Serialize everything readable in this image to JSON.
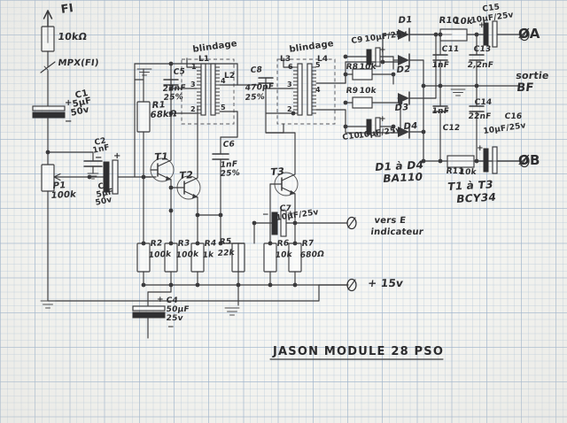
{
  "document": {
    "title": "JASON MODULE 28 PSO",
    "type": "hand-drawn-schematic",
    "medium": "pencil on graph paper"
  },
  "notes": {
    "diode_note": "D1 à D4",
    "diode_part": "BA110",
    "transistor_note": "T1 à T3",
    "transistor_part": "BCY34",
    "output_note": "sortie",
    "output_note2": "BF",
    "indicator_note": "vers E",
    "indicator_note2": "indicateur",
    "supply_note": "+ 15v",
    "shield_left": "blindage",
    "shield_right": "blindage"
  },
  "input": {
    "arrow_label": "FI",
    "input_resistor": "10kΩ",
    "tap_label": "MPX(FI)"
  },
  "outputs": [
    {
      "name": "port-a",
      "label": "ØA"
    },
    {
      "name": "port-b",
      "label": "ØB"
    }
  ],
  "potentiometers": [
    {
      "ref": "P1",
      "value": "100k"
    }
  ],
  "resistors": [
    {
      "ref": "R1",
      "value": "68kΩ"
    },
    {
      "ref": "R2",
      "value": "100k"
    },
    {
      "ref": "R3",
      "value": "100k"
    },
    {
      "ref": "R4",
      "value": "1k"
    },
    {
      "ref": "R5",
      "value": "22k"
    },
    {
      "ref": "R6",
      "value": "10k"
    },
    {
      "ref": "R7",
      "value": "680Ω"
    },
    {
      "ref": "R8",
      "value": "10k"
    },
    {
      "ref": "R9",
      "value": "10k"
    },
    {
      "ref": "R10",
      "value": "10k"
    },
    {
      "ref": "R11",
      "value": "10k"
    }
  ],
  "capacitors": [
    {
      "ref": "C1",
      "value": "5µF",
      "value2": "50v"
    },
    {
      "ref": "C2",
      "value": "1nF",
      "value2": ""
    },
    {
      "ref": "C3",
      "value": "5µF",
      "value2": "50v"
    },
    {
      "ref": "C4",
      "value": "50µF",
      "value2": "25v"
    },
    {
      "ref": "C5",
      "value": "22nF",
      "value2": "25%"
    },
    {
      "ref": "C6",
      "value": "1nF",
      "value2": "25%"
    },
    {
      "ref": "C7",
      "value": "10µF/25v",
      "value2": ""
    },
    {
      "ref": "C8",
      "value": "470pF",
      "value2": "25%"
    },
    {
      "ref": "C9",
      "value": "10µF/25v",
      "value2": ""
    },
    {
      "ref": "C10",
      "value": "10µF/25v",
      "value2": ""
    },
    {
      "ref": "C11",
      "value": "1nF",
      "value2": ""
    },
    {
      "ref": "C12",
      "value": "1nF",
      "value2": ""
    },
    {
      "ref": "C13",
      "value": "2,2nF",
      "value2": ""
    },
    {
      "ref": "C14",
      "value": "22nF",
      "value2": ""
    },
    {
      "ref": "C15",
      "value": "10µF/25v",
      "value2": ""
    },
    {
      "ref": "C16",
      "value": "10µF/25v",
      "value2": ""
    }
  ],
  "transistors": [
    {
      "ref": "T1"
    },
    {
      "ref": "T2"
    },
    {
      "ref": "T3"
    }
  ],
  "diodes": [
    {
      "ref": "D1"
    },
    {
      "ref": "D2"
    },
    {
      "ref": "D3"
    },
    {
      "ref": "D4"
    }
  ],
  "transformers": [
    {
      "name": "transformer-left",
      "primary": "L1",
      "secondary": "L2",
      "pins_left": [
        "1",
        "3",
        "2"
      ],
      "pins_right": [
        "4",
        "5"
      ]
    },
    {
      "name": "transformer-right",
      "primary": "L3",
      "secondary": "L4",
      "pins_left": [
        "6",
        "3",
        "2"
      ],
      "pins_right": [
        "5",
        "4"
      ]
    }
  ]
}
